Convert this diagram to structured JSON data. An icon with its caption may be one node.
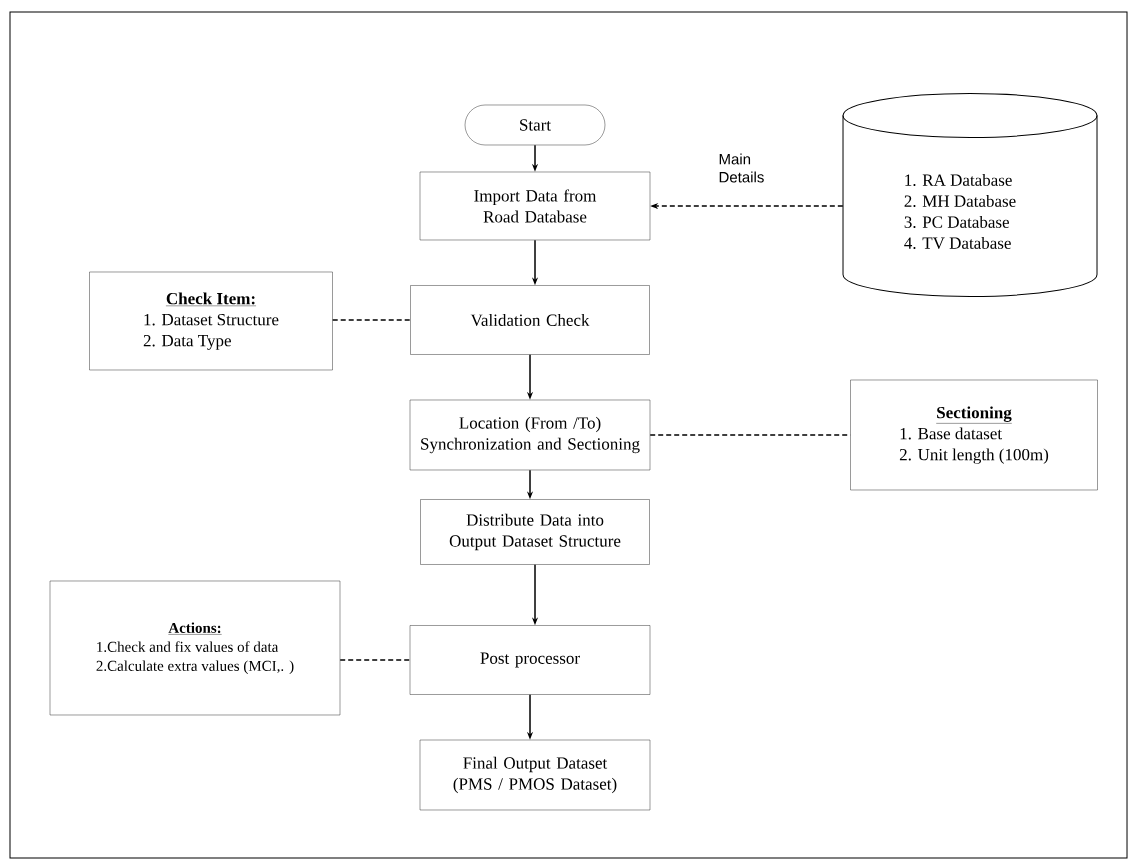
{
  "diagram": {
    "nodes": [
      {
        "text": [
          "Start"
        ]
      },
      {
        "text": [
          "Import Data from Road Database"
        ]
      },
      {
        "text": [
          "1. RA Database",
          "2. MH Database",
          "3. PC Database",
          "4. TV Database"
        ]
      },
      {
        "text": [
          "Check Item:",
          "1. Dataset Structure",
          "2. Data Type"
        ]
      },
      {
        "text": [
          "Validation Check"
        ]
      },
      {
        "text": [
          "Location (From /To) Synchronization and Sectioning"
        ]
      },
      {
        "text": [
          "Sectioning",
          "1. Base dataset",
          "2. Unit length (100m)"
        ]
      },
      {
        "text": [
          "Distribute Data into Output Dataset Structure"
        ]
      },
      {
        "text": [
          "Actions:",
          "1.Check and fix values of data",
          "2.Calculate extra values (MCI,. )"
        ]
      },
      {
        "text": [
          "Post processor"
        ]
      },
      {
        "text": [
          "Final Output Dataset (PMS / PMOS Dataset)"
        ]
      }
    ],
    "edges": [
      {
        "from": 0,
        "to": 1,
        "arrow": "to"
      },
      {
        "from": 2,
        "to": 1,
        "arrow": "to",
        "style": "dashed",
        "label": "Main Details"
      },
      {
        "from": 1,
        "to": 4,
        "arrow": "to"
      },
      {
        "from": 3,
        "to": 4,
        "arrow": "none",
        "style": "dashed"
      },
      {
        "from": 4,
        "to": 5,
        "arrow": "to"
      },
      {
        "from": 5,
        "to": 6,
        "arrow": "none",
        "style": "dashed"
      },
      {
        "from": 5,
        "to": 7,
        "arrow": "to"
      },
      {
        "from": 8,
        "to": 9,
        "arrow": "none",
        "style": "dashed"
      },
      {
        "from": 7,
        "to": 9,
        "arrow": "to"
      },
      {
        "from": 9,
        "to": 10,
        "arrow": "to"
      }
    ]
  }
}
